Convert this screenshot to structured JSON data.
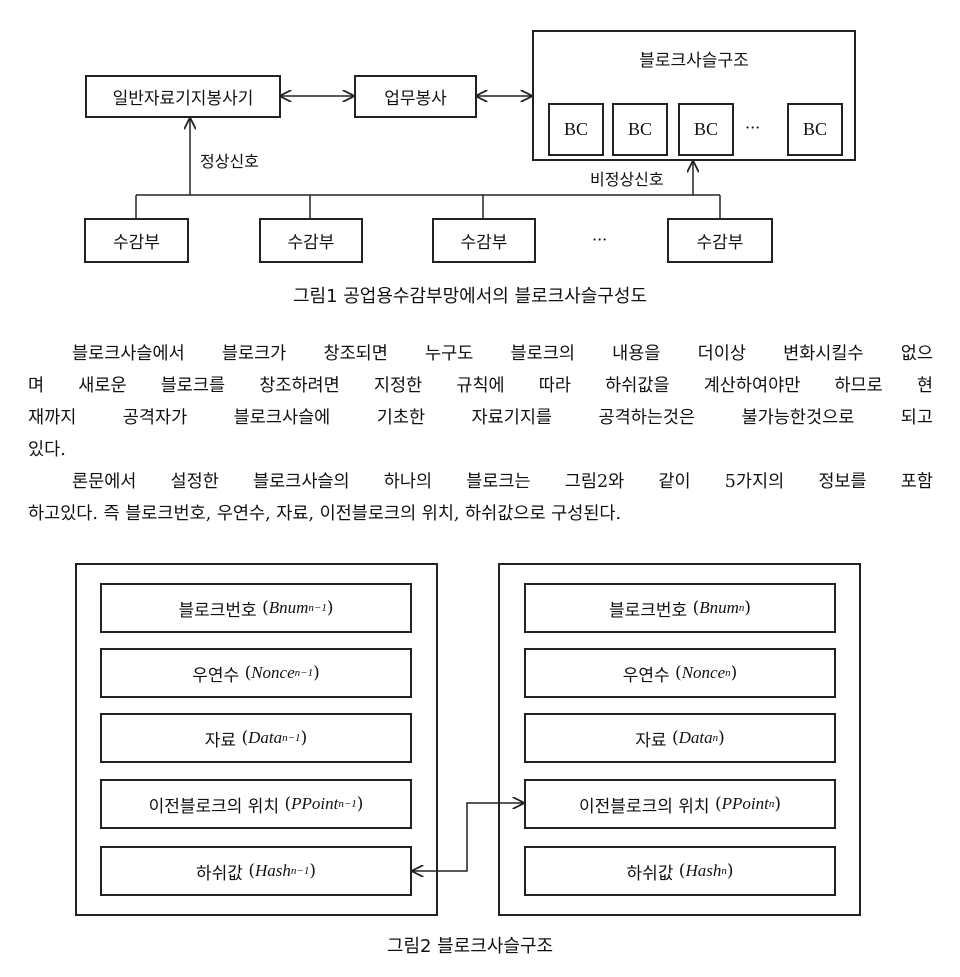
{
  "figure1": {
    "server": "일반자료기지봉사기",
    "business": "업무봉사",
    "blockchain_title": "블로크사슬구조",
    "bc_blocks": [
      "BC",
      "BC",
      "BC",
      "BC"
    ],
    "ellipsis": "···",
    "normal_signal": "정상신호",
    "abnormal_signal": "비정상신호",
    "sensors": [
      "수감부",
      "수감부",
      "수감부",
      "수감부"
    ],
    "caption": "그림1 공업용수감부망에서의 블로크사슬구성도"
  },
  "body": {
    "paragraph1": [
      "블로크사슬에서 블로크가 창조되면 누구도 블로크의 내용을 더이상 변화시킬수 없으",
      "며 새로운 블로크를 창조하려면 지정한 규칙에 따라 하쉬값을 계산하여야만 하므로 현",
      "재까지 공격자가 블로크사슬에 기초한 자료기지를 공격하는것은 불가능한것으로 되고",
      "있다."
    ],
    "paragraph2": [
      "론문에서 설정한 블로크사슬의 하나의 블로크는 그림2와 같이 5가지의 정보를 포함",
      "하고있다. 즉 블로크번호, 우연수, 자료, 이전블로크의 위치, 하쉬값으로 구성된다."
    ]
  },
  "figure2": {
    "prev_block": [
      {
        "label": "블로크번호",
        "var": "Bnum",
        "sub": "n−1"
      },
      {
        "label": "우연수",
        "var": "Nonce",
        "sub": "n−1"
      },
      {
        "label": "자료",
        "var": "Data",
        "sub": "n−1"
      },
      {
        "label": "이전블로크의 위치",
        "var": "PPoint",
        "sub": "n−1"
      },
      {
        "label": "하쉬값",
        "var": "Hash",
        "sub": "n−1"
      }
    ],
    "curr_block": [
      {
        "label": "블로크번호",
        "var": "Bnum",
        "sub": "n"
      },
      {
        "label": "우연수",
        "var": "Nonce",
        "sub": "n"
      },
      {
        "label": "자료",
        "var": "Data",
        "sub": "n"
      },
      {
        "label": "이전블로크의 위치",
        "var": "PPoint",
        "sub": "n"
      },
      {
        "label": "하쉬값",
        "var": "Hash",
        "sub": "n"
      }
    ],
    "caption": "그림2 블로크사슬구조"
  }
}
